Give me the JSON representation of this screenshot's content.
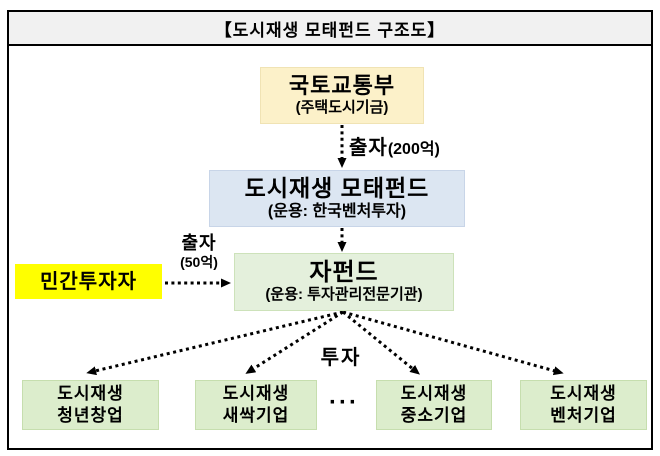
{
  "title": "【도시재생 모태펀드 구조도】",
  "nodes": {
    "ministry": {
      "name": "국토교통부",
      "sub": "(주택도시기금)"
    },
    "mother_fund": {
      "name": "도시재생 모태펀드",
      "sub": "(운용: 한국벤처투자)"
    },
    "sub_fund": {
      "name": "자펀드",
      "sub": "(운용: 투자관리전문기관)"
    },
    "private_investor": {
      "name": "민간투자자"
    },
    "targets": [
      {
        "line1": "도시재생",
        "line2": "청년창업"
      },
      {
        "line1": "도시재생",
        "line2": "새싹기업"
      },
      {
        "line1": "도시재생",
        "line2": "중소기업"
      },
      {
        "line1": "도시재생",
        "line2": "벤처기업"
      }
    ],
    "targets_ellipsis": "···"
  },
  "edges": {
    "ministry_to_mother_fund": {
      "label": "출자",
      "amount": "(200억)"
    },
    "private_to_sub_fund": {
      "label": "출자",
      "amount": "(50억)"
    },
    "sub_fund_to_targets": {
      "label": "투자"
    }
  },
  "colors": {
    "title_bar_bg": "#F1F1F1",
    "frame_border": "#000000",
    "ministry_bg": "#FCF1C9",
    "mother_fund_bg": "#DCE6F2",
    "sub_fund_bg": "#E4F0DC",
    "private_investor_bg": "#FFFF00",
    "target_bg": "#DCEDCC",
    "arrow": "#000000"
  }
}
